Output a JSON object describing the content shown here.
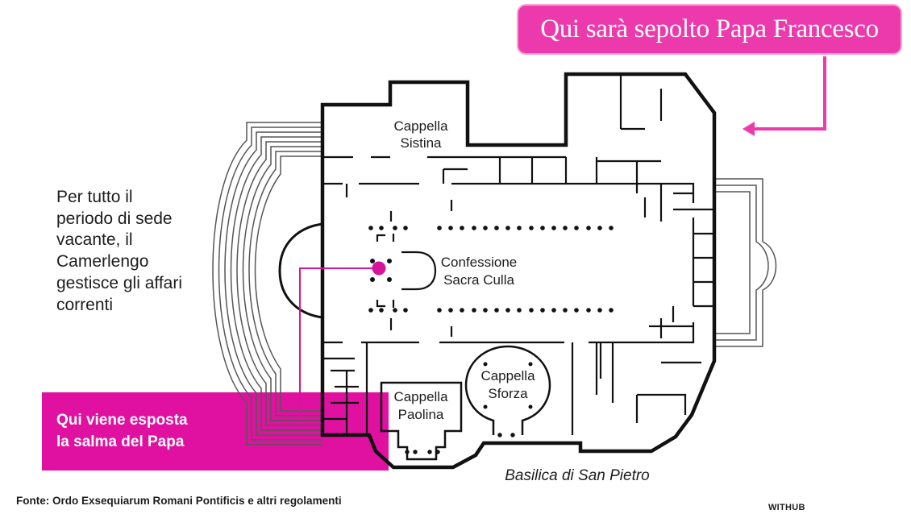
{
  "header": {
    "title": "Qui sarà sepolto Papa Francesco"
  },
  "note": {
    "lines": [
      "Per tutto il",
      "periodo di sede",
      "vacante,  il",
      "Camerlengo",
      "gestisce gli affari",
      "correnti"
    ]
  },
  "callout": {
    "lines": [
      "Qui viene esposta",
      "la salma del Papa"
    ]
  },
  "plan": {
    "rooms": {
      "cappella_sistina": [
        "Cappella",
        "Sistina"
      ],
      "confessione": [
        "Confessione",
        "Sacra Culla"
      ],
      "cappella_paolina": [
        "Cappella",
        "Paolina"
      ],
      "cappella_sforza": [
        "Cappella",
        "Sforza"
      ]
    },
    "building_label": "Basilica di San Pietro"
  },
  "footer": {
    "source": "Fonte: Ordo Exsequiarum Romani Pontificis e altri regolamenti",
    "brand": "WITHUB"
  },
  "colors": {
    "accent": "#ec3aac",
    "callout_fill": "#e010a0",
    "marker": "#d6149a",
    "walls": "#111111",
    "outline": "#555555"
  }
}
